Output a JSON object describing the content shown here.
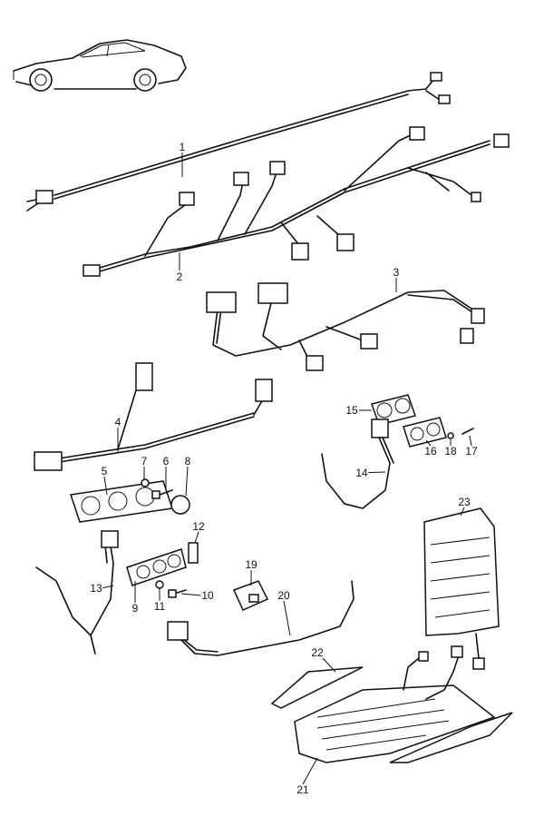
{
  "diagram": {
    "title_vehicle": "vehicle-side-view",
    "parts": [
      {
        "id": "1",
        "label": "1"
      },
      {
        "id": "2",
        "label": "2"
      },
      {
        "id": "3",
        "label": "3"
      },
      {
        "id": "4",
        "label": "4"
      },
      {
        "id": "5",
        "label": "5"
      },
      {
        "id": "6",
        "label": "6"
      },
      {
        "id": "7",
        "label": "7"
      },
      {
        "id": "8",
        "label": "8"
      },
      {
        "id": "9",
        "label": "9"
      },
      {
        "id": "10",
        "label": "10"
      },
      {
        "id": "11",
        "label": "11"
      },
      {
        "id": "12",
        "label": "12"
      },
      {
        "id": "13",
        "label": "13"
      },
      {
        "id": "14",
        "label": "14"
      },
      {
        "id": "15",
        "label": "15"
      },
      {
        "id": "16",
        "label": "16"
      },
      {
        "id": "17",
        "label": "17"
      },
      {
        "id": "18",
        "label": "18"
      },
      {
        "id": "19",
        "label": "19"
      },
      {
        "id": "20",
        "label": "20"
      },
      {
        "id": "21",
        "label": "21"
      },
      {
        "id": "22",
        "label": "22"
      },
      {
        "id": "23",
        "label": "23"
      }
    ]
  }
}
